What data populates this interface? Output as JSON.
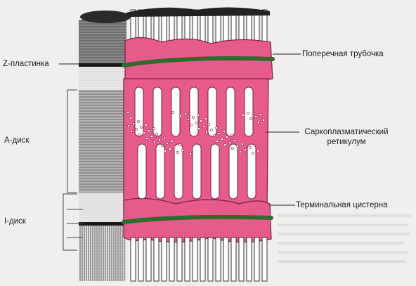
{
  "labels": {
    "z_plate": "Z-пластинка",
    "a_disk": "А-диск",
    "i_disk": "I-диск",
    "transverse_tubule": "Поперечная трубочка",
    "sr_line1": "Саркоплазматический",
    "sr_line2": "ретикулум",
    "terminal_cistern": "Терминальная цистерна"
  },
  "colors": {
    "background": "#f1efee",
    "reticulum_pink": "#e65a8c",
    "reticulum_light": "#f08cb0",
    "tubule_green": "#2f6b2a",
    "fiber_light": "#e8e6e6",
    "fiber_dark": "#2a2a2a"
  }
}
